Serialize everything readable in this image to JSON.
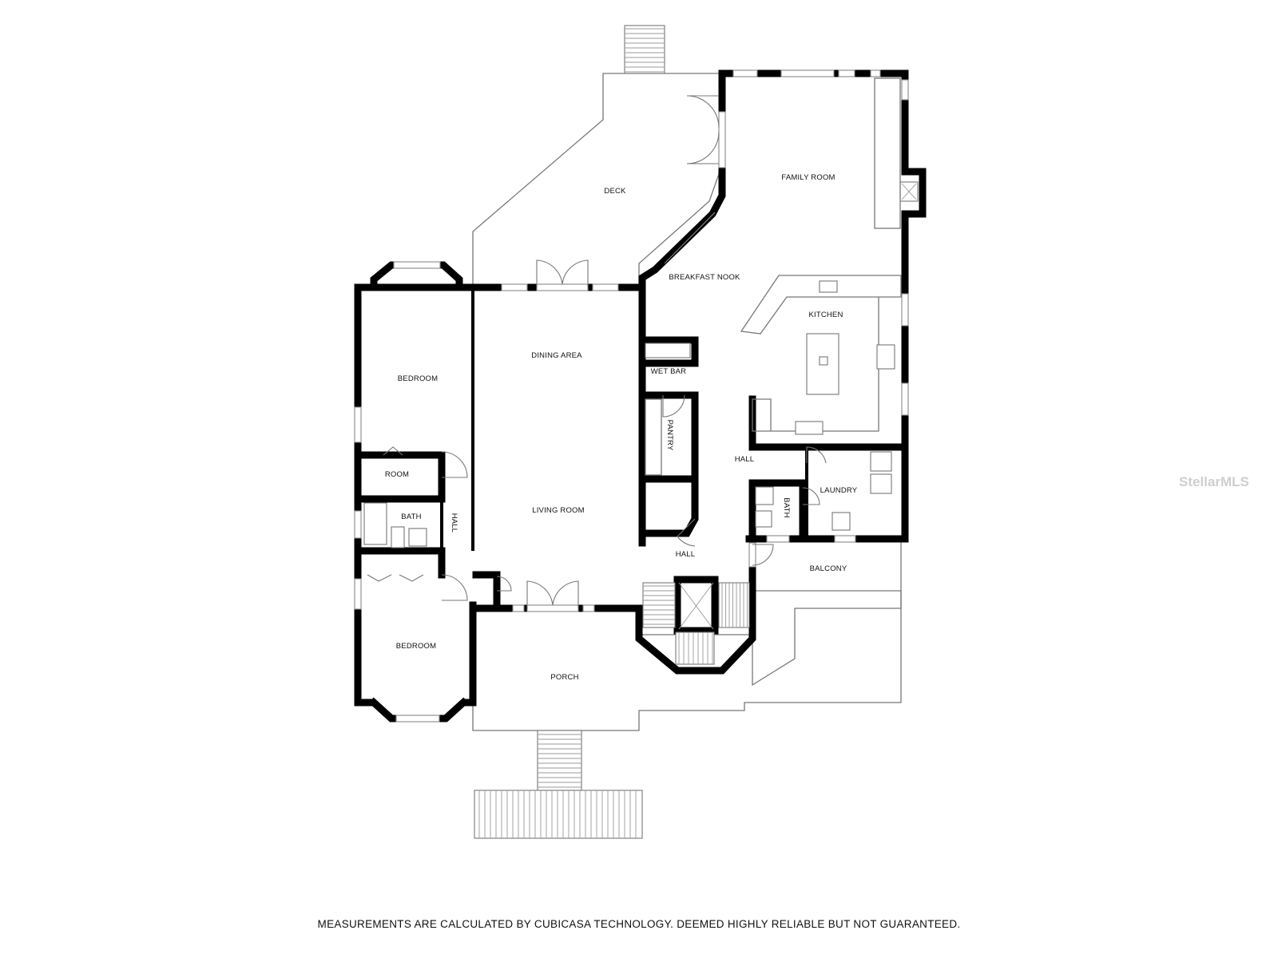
{
  "rooms": {
    "deck": "DECK",
    "family_room": "FAMILY ROOM",
    "breakfast_nook": "BREAKFAST NOOK",
    "kitchen": "KITCHEN",
    "dining_area": "DINING AREA",
    "wet_bar": "WET BAR",
    "bedroom_top": "BEDROOM",
    "pantry": "PANTRY",
    "hall_right": "HALL",
    "room_small": "ROOM",
    "laundry": "LAUNDRY",
    "bath_left": "BATH",
    "bath_right": "BATH",
    "hall_left": "HALL",
    "living_room": "LIVING ROOM",
    "hall_center": "HALL",
    "balcony": "BALCONY",
    "bedroom_bottom": "BEDROOM",
    "porch": "PORCH"
  },
  "disclaimer": "MEASUREMENTS ARE CALCULATED BY CUBICASA TECHNOLOGY. DEEMED HIGHLY RELIABLE BUT NOT GUARANTEED.",
  "watermark": "StellarMLS"
}
